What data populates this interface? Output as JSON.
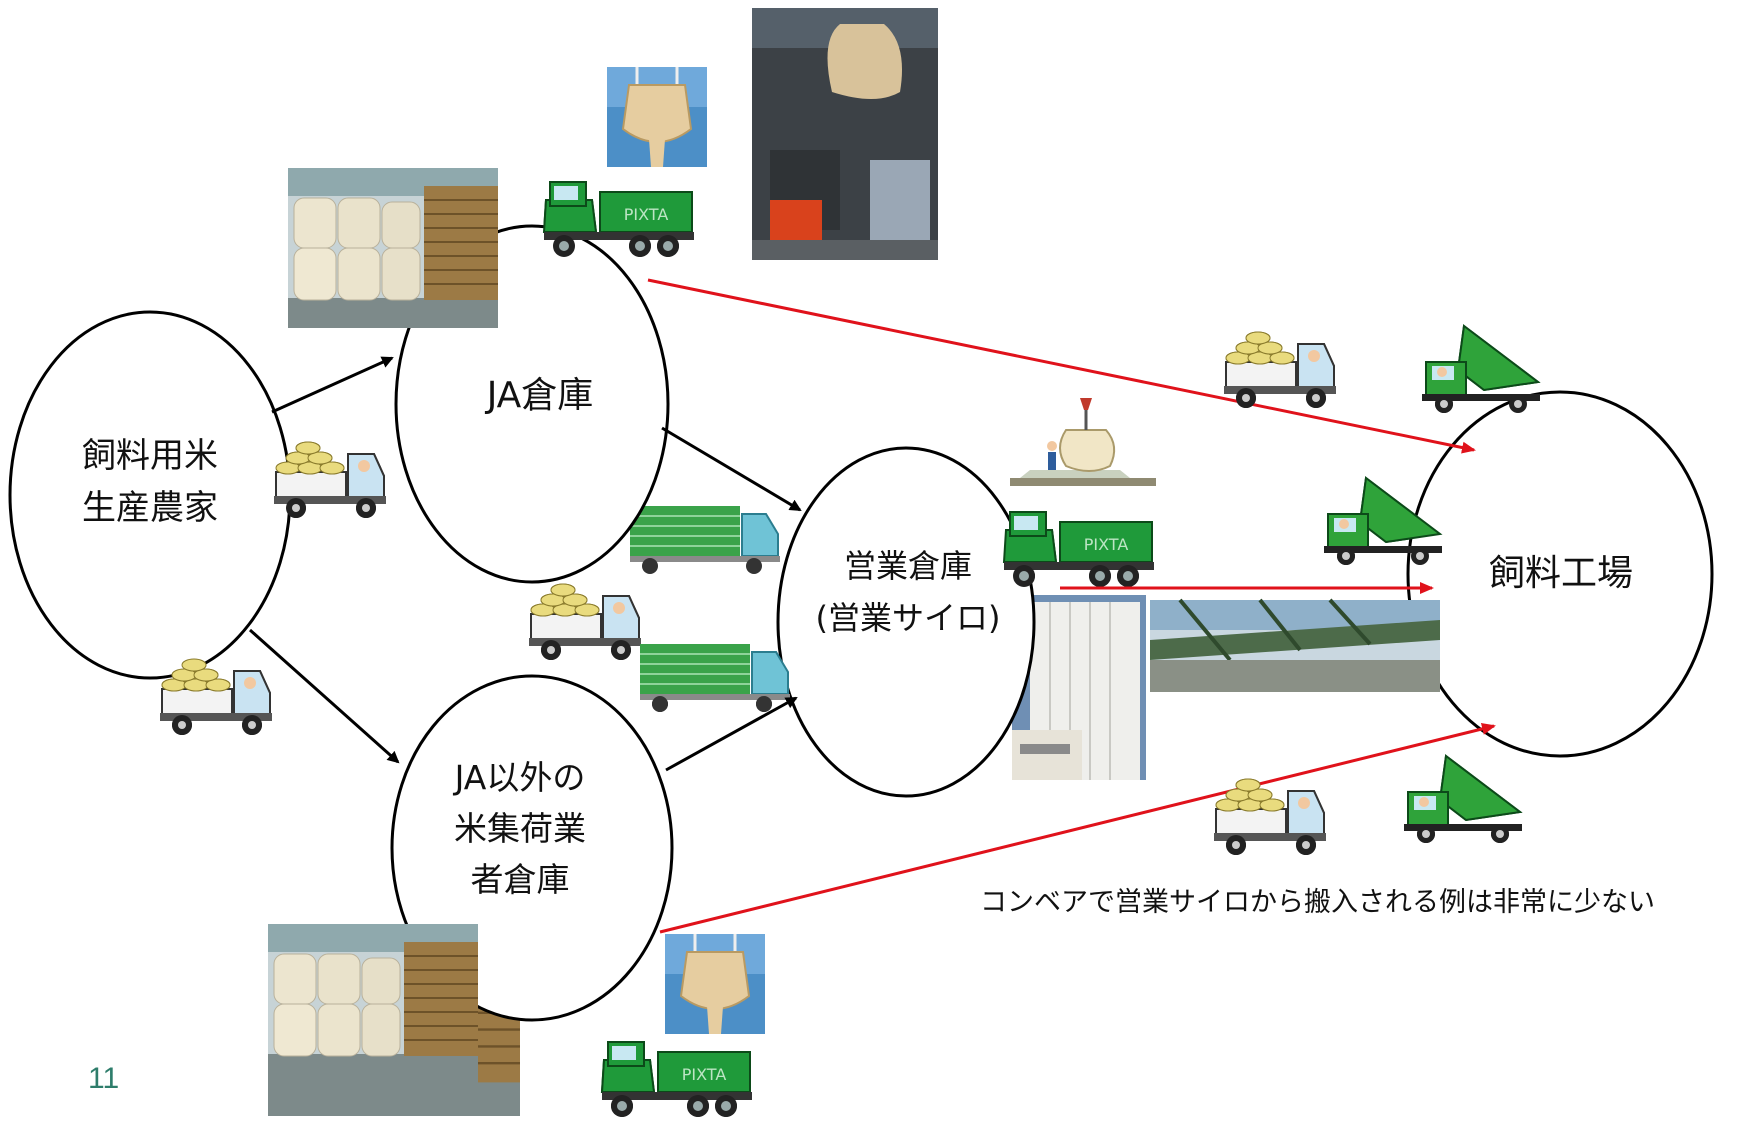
{
  "nodes": {
    "farmer": "飼料用米\n生産農家",
    "ja_warehouse": "JA倉庫",
    "other_warehouse": "JA以外の\n米集荷業\n者倉庫",
    "commercial_warehouse": "営業倉庫\n(営業サイロ)",
    "feed_factory": "飼料工場"
  },
  "caption": "コンベアで営業サイロから搬入される例は非常に少ない",
  "page_number": "11",
  "colors": {
    "flow_arrow": "#000000",
    "direct_arrow": "#e0121b",
    "dump_truck": "#1f9a3a",
    "page_number": "#2e7d6b"
  },
  "icons": [
    "warehouse-photo",
    "flexible-bag-photo",
    "forklift-photo",
    "dump-truck-icon",
    "light-truck-icon",
    "box-truck-icon",
    "silo-photo",
    "conveyor-photo",
    "crane-bag-icon"
  ]
}
